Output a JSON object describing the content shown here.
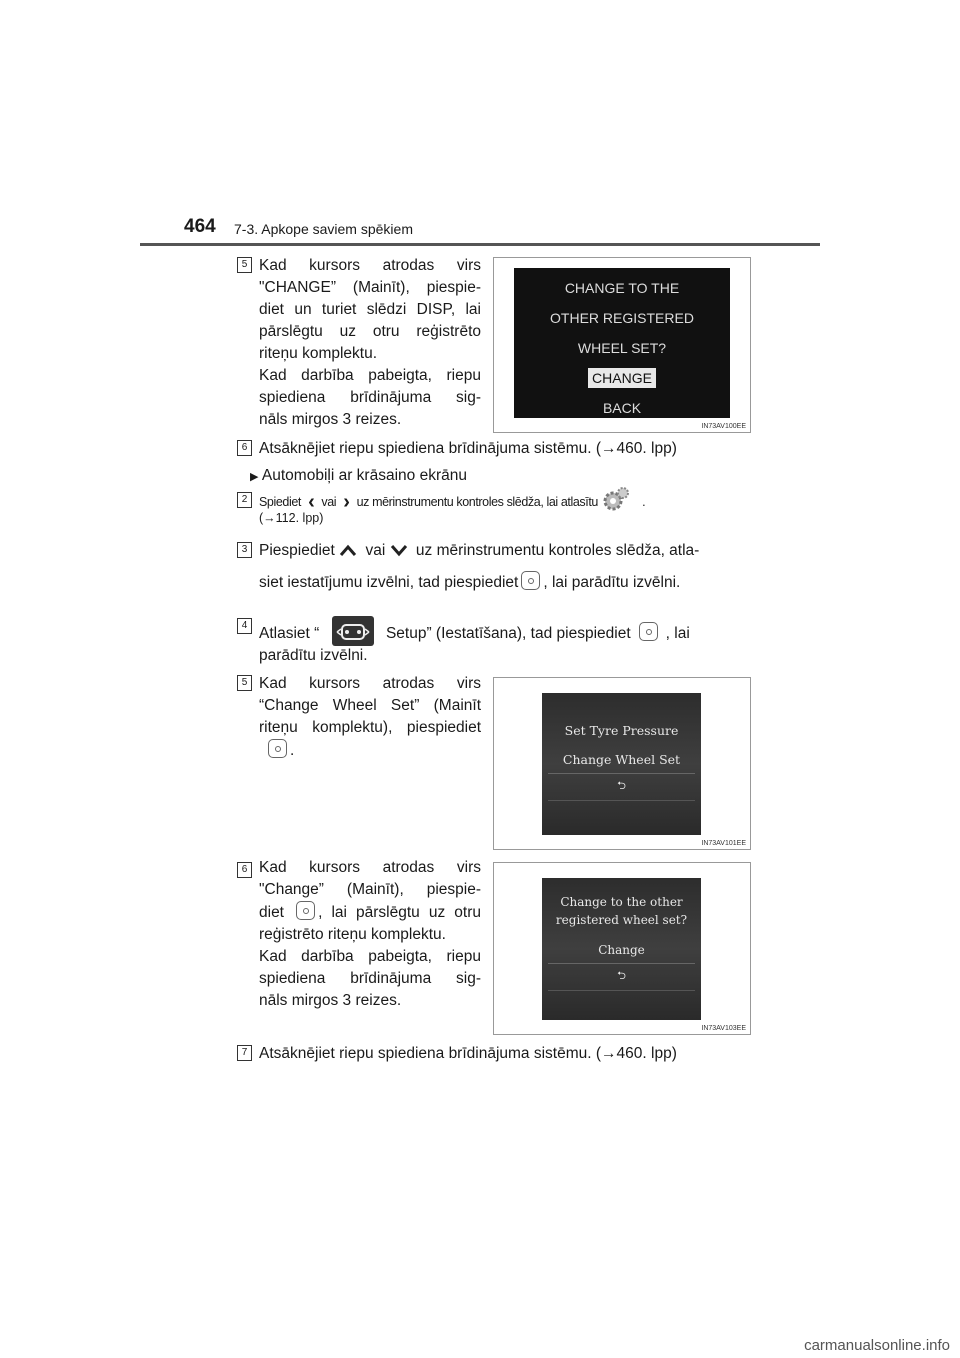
{
  "header": {
    "page_number": "464",
    "section": "7-3. Apkope saviem spēkiem"
  },
  "steps": [
    {
      "num": "5",
      "lines": [
        "Kad kursors atrodas virs",
        "\"CHANGE” (Mainīt), piespie-",
        "diet un turiet slēdzi DISP, lai",
        "pārslēgtu uz otru reģistrēto",
        "riteņu komplektu.",
        "Kad darbība pabeigta, riepu",
        "spiediena brīdinājuma sig-",
        "nāls mirgos 3 reizes."
      ]
    },
    {
      "num": "6",
      "text": "Atsāknējiet riepu spiediena brīdinājuma sistēmu. (→460. lpp)"
    },
    {
      "num": "2",
      "text_a": "Spiediet",
      "text_b": "vai",
      "text_c": "uz mērinstrumentu kontroles slēdža, lai atlasītu",
      "text_d": ".",
      "text_e": "(→112. lpp)"
    },
    {
      "num": "3",
      "text_a": "Piespiediet",
      "text_b": "vai",
      "text_c": "uz mērinstrumentu kontroles slēdža, atla-",
      "text_d": "siet iestatījumu izvēlni, tad piespiediet",
      "text_e": ", lai parādītu izvēlni."
    },
    {
      "num": "4",
      "text_a": "Atlasiet “",
      "text_b": "Setup” (Iestatīšana), tad piespiediet",
      "text_c": ", lai",
      "text_d": "parādītu izvēlni."
    },
    {
      "num": "5",
      "lines": [
        "Kad kursors atrodas virs",
        "“Change Wheel Set” (Mainīt",
        "riteņu komplektu), piespiediet"
      ],
      "tail": "."
    },
    {
      "num": "6",
      "line1": "Kad kursors atrodas virs",
      "line2": "\"Change” (Mainīt), piespie-",
      "line3a": "diet",
      "line3b": ", lai pārslēgtu uz otru",
      "lines_rest": [
        "reģistrēto riteņu komplektu.",
        "Kad darbība pabeigta, riepu",
        "spiediena brīdinājuma sig-",
        "nāls mirgos 3 reizes."
      ]
    },
    {
      "num": "7",
      "text": "Atsāknējiet riepu spiediena brīdinājuma sistēmu. (→460. lpp)"
    }
  ],
  "bullet": {
    "text": "Automobiļi ar krāsaino ekrānu"
  },
  "screens": {
    "s1": {
      "lines": [
        "CHANGE TO THE",
        "OTHER REGISTERED",
        "WHEEL SET?"
      ],
      "selected": "CHANGE",
      "back": "BACK",
      "code": "IN73AV100EE"
    },
    "s2": {
      "item1": "Set Tyre Pressure",
      "item2": "Change Wheel Set",
      "back": "⮌",
      "code": "IN73AV101EE"
    },
    "s3": {
      "line1": "Change to the other",
      "line2": "registered wheel set?",
      "item": "Change",
      "back": "⮌",
      "code": "IN73AV103EE"
    }
  },
  "watermark": "carmanualsonline.info"
}
